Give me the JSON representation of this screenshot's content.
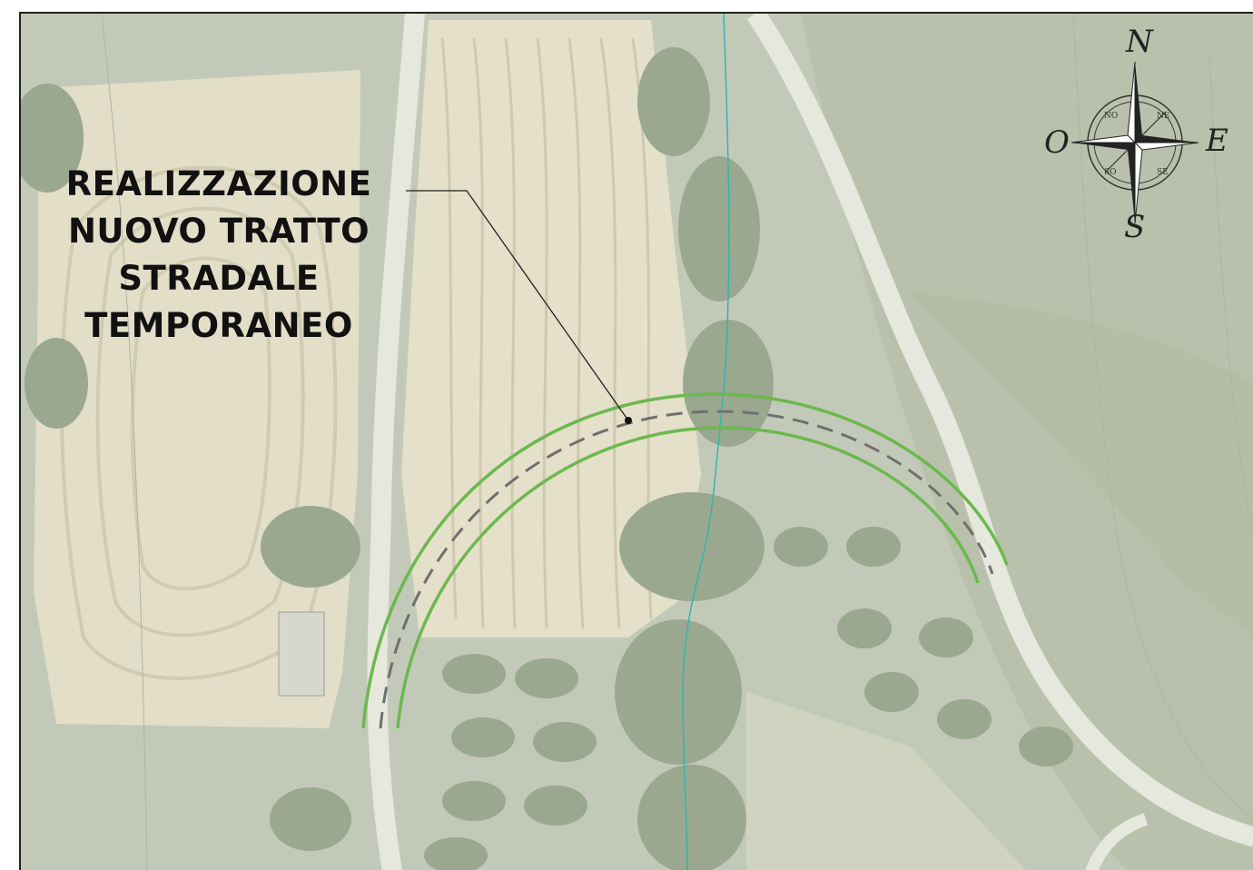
{
  "map": {
    "callout_lines": [
      "REALIZZAZIONE",
      "NUOVO TRATTO",
      "STRADALE",
      "TEMPORANEO"
    ],
    "compass": {
      "north": "N",
      "south": "S",
      "east": "E",
      "west": "O",
      "inner_labels": [
        "NO",
        "NE",
        "SO",
        "SE"
      ]
    },
    "colors": {
      "road_edge": "#6cb84e",
      "road_centerline": "#6f6f6f",
      "stream": "#34b3b0",
      "existing_road": "#e6e7dd",
      "field": "#e2dec8"
    }
  }
}
